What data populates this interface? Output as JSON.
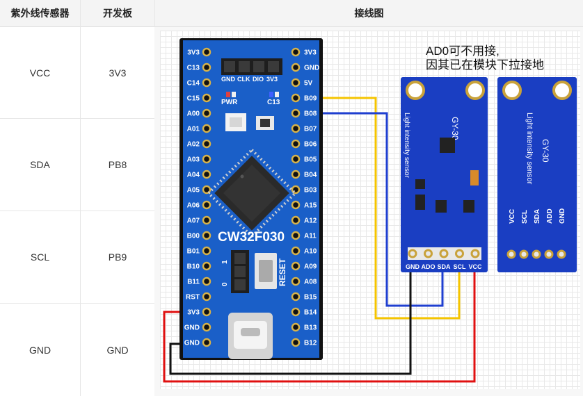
{
  "table": {
    "headers": [
      "紫外线传感器",
      "开发板",
      "接线图"
    ],
    "rows": [
      {
        "sensor": "VCC",
        "board": "3V3"
      },
      {
        "sensor": "SDA",
        "board": "PB8"
      },
      {
        "sensor": "SCL",
        "board": "PB9"
      },
      {
        "sensor": "GND",
        "board": "GND"
      }
    ]
  },
  "diagram": {
    "note_line1": "AD0可不用接,",
    "note_line2": "因其已在模块下拉接地",
    "board": {
      "name": "CW32F030",
      "color": "#1a5fc8",
      "left_pins": [
        "3V3",
        "C13",
        "C14",
        "C15",
        "A00",
        "A01",
        "A02",
        "A03",
        "A04",
        "A05",
        "A06",
        "A07",
        "B00",
        "B01",
        "B10",
        "B11",
        "RST",
        "3V3",
        "GND",
        "GND"
      ],
      "right_pins": [
        "3V3",
        "GND",
        "5V",
        "B09",
        "B08",
        "B07",
        "B06",
        "B05",
        "B04",
        "B03",
        "A15",
        "A12",
        "A11",
        "A10",
        "A09",
        "A08",
        "B15",
        "B14",
        "B13",
        "B12"
      ],
      "header_labels": [
        "GND",
        "CLK",
        "DIO",
        "3V3"
      ],
      "pwr_label": "PWR",
      "c13_label": "C13",
      "reset_label": "RESET",
      "boot_labels": [
        "1",
        "0"
      ]
    },
    "module_front": {
      "title": "GY-30",
      "subtitle": "Light intensity sensor",
      "pins": [
        "GND",
        "ADO",
        "SDA",
        "SCL",
        "VCC"
      ]
    },
    "module_back": {
      "title": "GY-30",
      "subtitle": "Light intensity sensor",
      "pins": [
        "VCC",
        "SCL",
        "SDA",
        "ADD",
        "GND"
      ]
    },
    "wire_colors": {
      "yellow": "#f5c400",
      "blue": "#1f3fd0",
      "black": "#111111",
      "red": "#e01010"
    }
  }
}
